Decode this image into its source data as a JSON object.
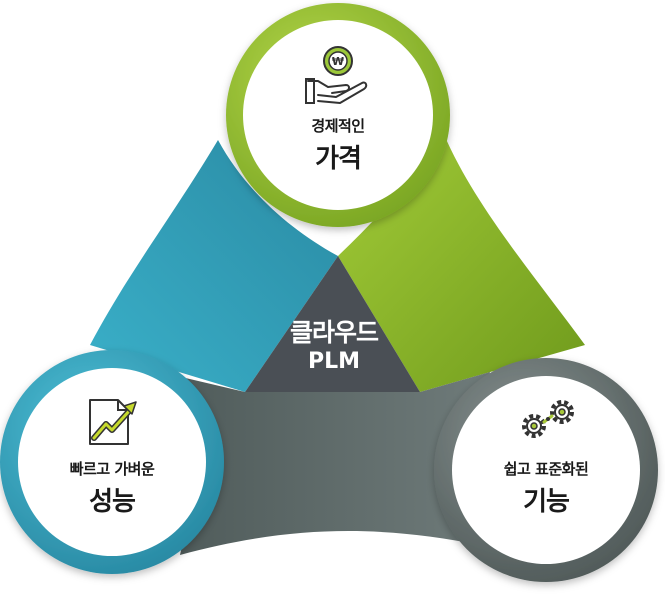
{
  "center": {
    "line1": "클라우드",
    "line2": "PLM"
  },
  "nodes": {
    "price": {
      "sub": "경제적인",
      "main": "가격",
      "icon": "coin-hand-icon",
      "icon_symbol": "₩"
    },
    "performance": {
      "sub": "빠르고 가벼운",
      "main": "성능",
      "icon": "growth-chart-icon"
    },
    "features": {
      "sub": "쉽고 표준화된",
      "main": "기능",
      "icon": "gears-icon"
    }
  },
  "colors": {
    "green": "#8cba2a",
    "teal": "#2f9bb4",
    "gray": "#5f6b6a",
    "center": "#4a4f55"
  }
}
